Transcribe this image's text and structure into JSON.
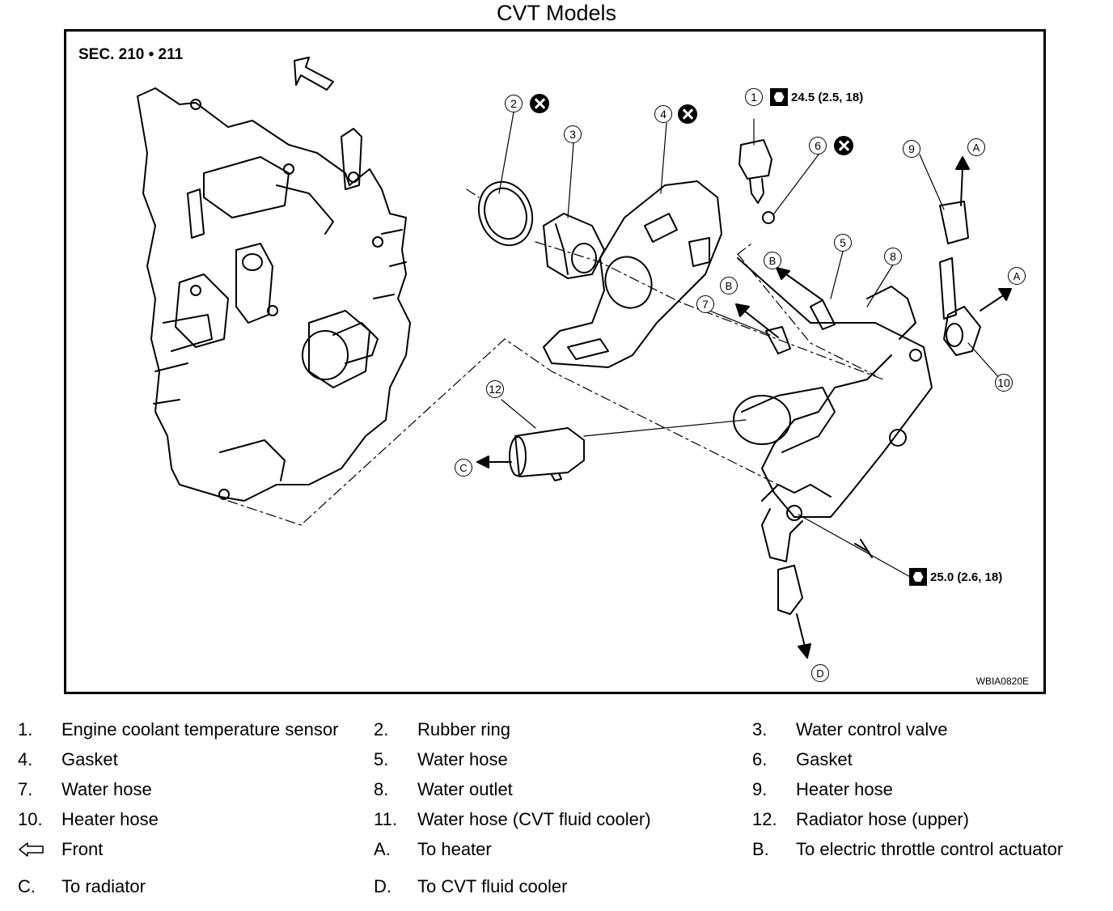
{
  "title": "CVT Models",
  "diagram": {
    "section": "SEC. 210 • 211",
    "code": "WBIA0820E",
    "torque_top": "24.5 (2.5, 18)",
    "torque_bottom": "25.0 (2.6, 18)",
    "torque_icon": "torque-wrench-icon",
    "no_reuse_icon": "do-not-reuse-icon",
    "callouts": [
      "1",
      "2",
      "3",
      "4",
      "5",
      "6",
      "7",
      "8",
      "9",
      "10",
      "12",
      "A",
      "A",
      "B",
      "B",
      "C",
      "D"
    ]
  },
  "legend": {
    "rows": [
      [
        {
          "num": "1.",
          "text": "Engine coolant temperature sensor"
        },
        {
          "num": "2.",
          "text": "Rubber ring"
        },
        {
          "num": "3.",
          "text": "Water control valve"
        }
      ],
      [
        {
          "num": "4.",
          "text": "Gasket"
        },
        {
          "num": "5.",
          "text": "Water hose"
        },
        {
          "num": "6.",
          "text": "Gasket"
        }
      ],
      [
        {
          "num": "7.",
          "text": "Water hose"
        },
        {
          "num": "8.",
          "text": "Water outlet"
        },
        {
          "num": "9.",
          "text": "Heater hose"
        }
      ],
      [
        {
          "num": "10.",
          "text": "Heater hose"
        },
        {
          "num": "11.",
          "text": "Water hose (CVT fluid cooler)"
        },
        {
          "num": "12.",
          "text": "Radiator hose (upper)"
        }
      ],
      [
        {
          "num": "",
          "text": "Front",
          "icon": "front-arrow-icon"
        },
        {
          "num": "A.",
          "text": "To heater"
        },
        {
          "num": "B.",
          "text": "To electric throttle control actuator"
        }
      ],
      [
        {
          "num": "C.",
          "text": "To radiator"
        },
        {
          "num": "D.",
          "text": "To CVT fluid cooler"
        }
      ]
    ]
  }
}
